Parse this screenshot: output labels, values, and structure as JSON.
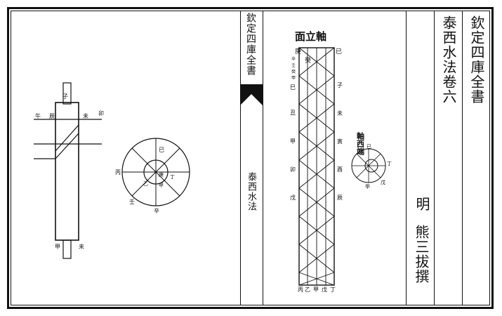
{
  "spine": {
    "top_title": "欽定四庫全書",
    "book_title": "泰西水法"
  },
  "right_column": {
    "library_title": "欽定四庫全書",
    "volume_title": "泰西水法卷六",
    "dynasty": "明",
    "author": "熊三拔撰"
  },
  "right_figure": {
    "heading": "面立軸",
    "top_left_char": "庚",
    "top_right_char": "已",
    "second_row_char": "癸",
    "left_side_labels": [
      "巳",
      "丑",
      "甲",
      "卯",
      "戊"
    ],
    "left_small_labels": [
      "辛",
      "壬",
      "癸",
      "甲"
    ],
    "right_side_labels": [
      "子",
      "未",
      "寅",
      "酉",
      "辰"
    ],
    "bottom_labels": [
      "丙",
      "乙",
      "甲",
      "戊",
      "丁"
    ],
    "end_heading": "軸西端",
    "end_labels": [
      "已",
      "丁",
      "戊",
      "甲"
    ]
  },
  "left_figure": {
    "top_label": "子",
    "side_left": "午",
    "side_mid": "辰",
    "side_right1": "未",
    "side_right2": "卯",
    "bottom_left": "甲",
    "bottom_right": "未",
    "circle_labels": [
      "已",
      "丙",
      "庚",
      "丁",
      "甲",
      "壬",
      "辛",
      "乙"
    ]
  }
}
